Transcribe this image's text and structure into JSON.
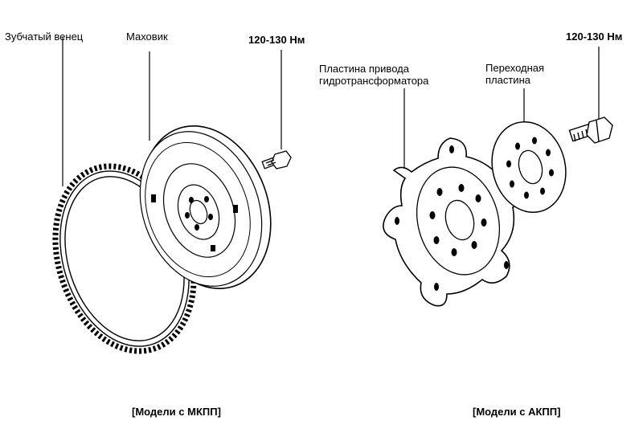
{
  "labels": {
    "ring_gear": "Зубчатый венец",
    "flywheel": "Маховик",
    "torque_left": "120-130 Нм",
    "drive_plate_line1": "Пластина привода",
    "drive_plate_line2": "гидротрансформатора",
    "adapter_plate_line1": "Переходная",
    "adapter_plate_line2": "пластина",
    "torque_right": "120-130 Нм"
  },
  "captions": {
    "manual": "[Модели с МКПП]",
    "automatic": "[Модели с АКПП]"
  }
}
